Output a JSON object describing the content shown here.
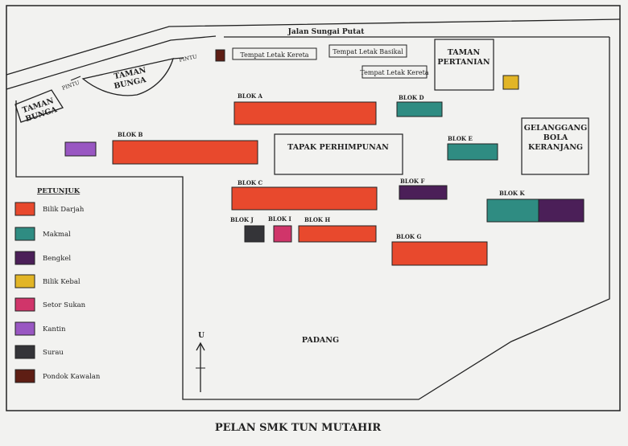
{
  "title": "PELAN SMK TUN MUTAHIR",
  "road": "Jalan Sungai Putat",
  "gates": [
    "PINTU",
    "PINTU"
  ],
  "gardens": [
    {
      "label_lines": [
        "TAMAN",
        "BUNGA"
      ]
    },
    {
      "label_lines": [
        "TAMAN",
        "BUNGA"
      ]
    },
    {
      "label_lines": [
        "TAMAN",
        "PERTANIAN"
      ]
    }
  ],
  "parking": {
    "car_1": "Tempat Letak Kereta",
    "bicycle": "Tempat Letak Basikal",
    "car_2": "Tempat Letak Kereta"
  },
  "areas": {
    "assembly": "TAPAK PERHIMPUNAN",
    "court_lines": [
      "GELANGGANG",
      "BOLA",
      "KERANJANG"
    ],
    "field": "PADANG"
  },
  "blocks": {
    "A": "BLOK A",
    "B": "BLOK B",
    "C": "BLOK C",
    "D": "BLOK D",
    "E": "BLOK E",
    "F": "BLOK F",
    "G": "BLOK G",
    "H": "BLOK H",
    "I": "BLOK I",
    "J": "BLOK J",
    "K": "BLOK K"
  },
  "north": "U",
  "legend": {
    "title": "PETUNJUK",
    "items": [
      {
        "label": "Bilik Darjah",
        "color": "#e8492d"
      },
      {
        "label": "Makmal",
        "color": "#2f8c82"
      },
      {
        "label": "Bengkel",
        "color": "#4b1f58"
      },
      {
        "label": "Bilik Kebal",
        "color": "#e2b526"
      },
      {
        "label": "Setor Sukan",
        "color": "#d0356a"
      },
      {
        "label": "Kantin",
        "color": "#9957c2"
      },
      {
        "label": "Surau",
        "color": "#343438"
      },
      {
        "label": "Pondok Kawalan",
        "color": "#5e1e14"
      }
    ]
  },
  "colors": {
    "classroom": "#e8492d",
    "lab": "#2f8c82",
    "workshop": "#4b1f58",
    "strongroom": "#e2b526",
    "sports_store": "#d0356a",
    "canteen": "#9957c2",
    "prayer_room": "#343438",
    "guardhouse": "#5e1e14",
    "outline": "#222222"
  }
}
